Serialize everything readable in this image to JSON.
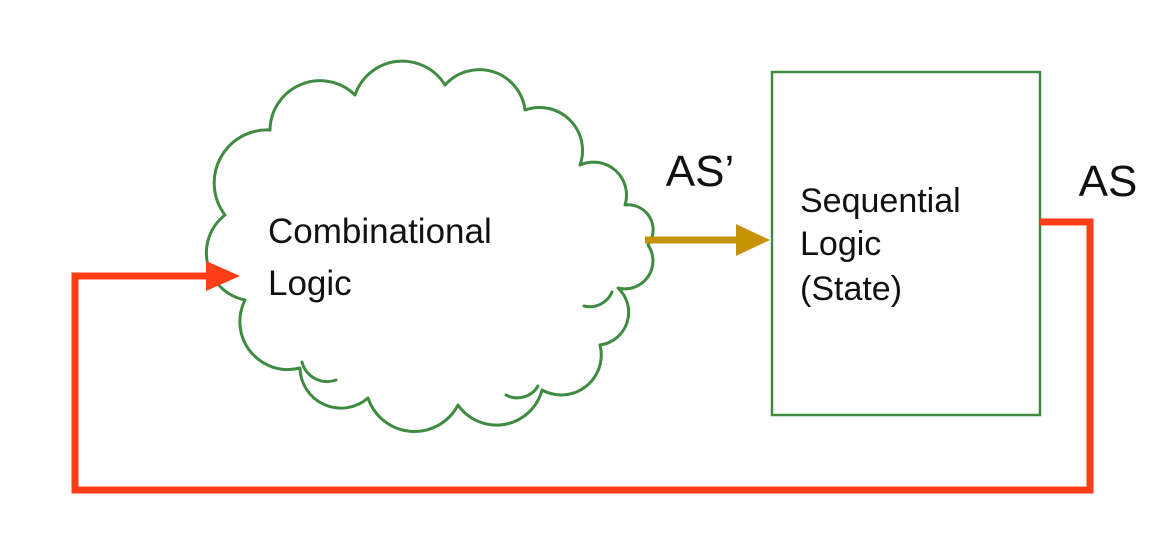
{
  "diagram": {
    "cloud": {
      "label_line1": "Combinational",
      "label_line2": "Logic"
    },
    "box": {
      "label_line1": "Sequential",
      "label_line2": "Logic",
      "label_line3": "(State)"
    },
    "signals": {
      "next_state_label": "AS’",
      "state_label": "AS"
    },
    "colors": {
      "green": "#3e8b41",
      "gold": "#c89206",
      "red": "#ff3d17",
      "text": "#111111"
    }
  }
}
